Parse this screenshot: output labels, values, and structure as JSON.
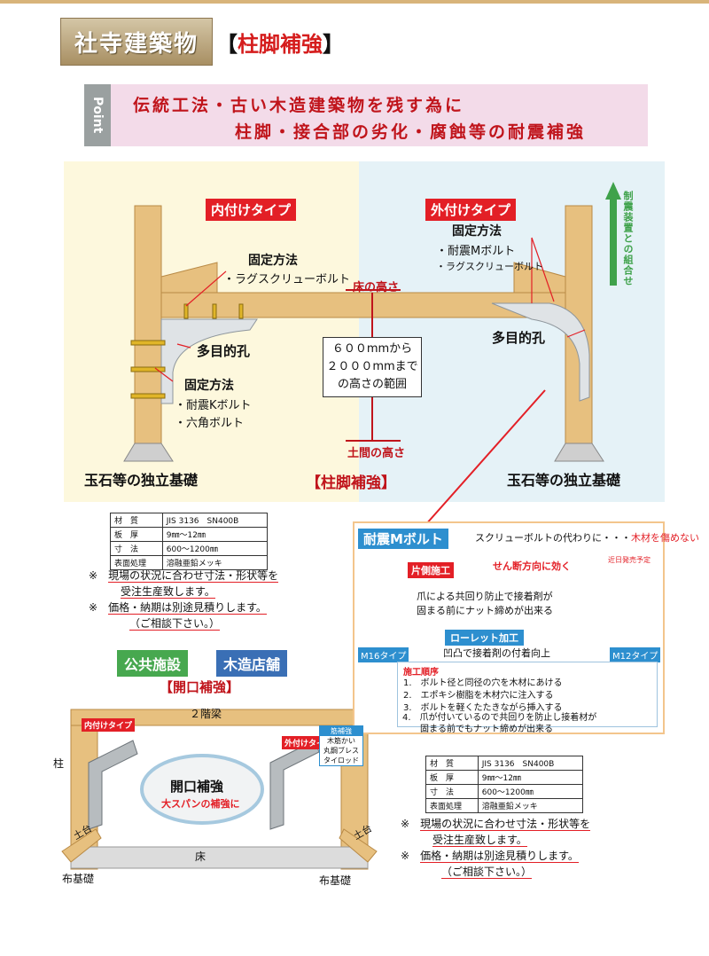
{
  "header": {
    "category": "社寺建築物",
    "title_prefix": "【",
    "title": "柱脚補強",
    "title_suffix": "】"
  },
  "point": {
    "label": "Point",
    "line1": "伝統工法・古い木造建築物を残す為に",
    "line2": "柱脚・接合部の劣化・腐蝕等の耐震補強"
  },
  "diagram": {
    "inner_type": "内付けタイプ",
    "outer_type": "外付けタイプ",
    "fix_method": "固定方法",
    "lag_screw": "・ラグスクリューボルト",
    "lag_screw2": "・ラグスクリューボルト",
    "multi_hole": "多目的孔",
    "multi_hole2": "多目的孔",
    "fix_method2": "固定方法",
    "k_bolt": "・耐震Kボルト",
    "hex_bolt": "・六角ボルト",
    "fix_method3": "固定方法",
    "m_bolt": "・耐震Mボルト",
    "floor_height": "床の高さ",
    "soil_height": "土間の高さ",
    "range_line1": "６００mmから",
    "range_line2": "２０００mmまで",
    "range_line3": "の高さの範囲",
    "foundation_left": "玉石等の独立基礎",
    "foundation_right": "玉石等の独立基礎",
    "center_title": "【柱脚補強】",
    "vertical_note": "制震装置との組合せ"
  },
  "spec1": {
    "rows": [
      [
        "材　質",
        "JIS 3136　SN400B"
      ],
      [
        "板　厚",
        "9㎜～12㎜"
      ],
      [
        "寸　法",
        "600～1200㎜"
      ],
      [
        "表面処理",
        "溶融亜鉛メッキ"
      ]
    ]
  },
  "notes1": {
    "mark": "※",
    "n1a": "現場の状況に合わせ寸法・形状等を",
    "n1b": "受注生産致します。",
    "n2a": "価格・納期は別途見積りします。",
    "n2b": "（ご相談下さい。）"
  },
  "mbolt": {
    "title": "耐震Mボルト",
    "subtitle": "スクリューボルトの代わりに・・・",
    "subtitle_red": "木材を傷めない",
    "one_side": "片側施工",
    "shear": "せん断方向に効く",
    "coming": "近日発売予定",
    "desc1": "爪による共回り防止で接着剤が",
    "desc2": "固まる前にナット締めが出来る",
    "knurl": "ローレット加工",
    "knurl_desc": "凹凸で接着剤の付着向上",
    "m16": "M16タイプ",
    "m12": "M12タイプ",
    "proc_title": "施工順序",
    "steps": [
      "1.　ボルト径と同径の穴を木材にあける",
      "2.　エポキシ樹脂を木材穴に注入する",
      "3.　ボルトを軽くたたきながら挿入する",
      "4.　爪が付いているので共回りを防止し接着材が",
      "　　固まる前でもナット締めが出来る"
    ]
  },
  "sub": {
    "label1": "公共施設",
    "label2": "木造店舗",
    "title": "【開口補強】",
    "beam": "２階梁",
    "column": "柱",
    "floor": "床",
    "sill_l": "土台",
    "sill_r": "土台",
    "found_l": "布基礎",
    "found_r": "布基礎",
    "inner": "内付けタイプ",
    "outer": "外付けタイプ",
    "center1": "開口補強",
    "center2": "大スパンの補強に",
    "combo_title": "筋補強",
    "combo1": "木筋かい",
    "combo2": "丸鋼ブレス",
    "combo3": "タイロッド"
  },
  "spec2": {
    "rows": [
      [
        "材　質",
        "JIS 3136　SN400B"
      ],
      [
        "板　厚",
        "9㎜～12㎜"
      ],
      [
        "寸　法",
        "600～1200㎜"
      ],
      [
        "表面処理",
        "溶融亜鉛メッキ"
      ]
    ]
  },
  "notes2": {
    "mark": "※",
    "n1a": "現場の状況に合わせ寸法・形状等を",
    "n1b": "受注生産致します。",
    "n2a": "価格・納期は別途見積りします。",
    "n2b": "（ご相談下さい。）"
  },
  "colors": {
    "red": "#e31f26",
    "wood": "#e7c07f",
    "blue": "#2d8fcf",
    "green": "#47a84f"
  }
}
